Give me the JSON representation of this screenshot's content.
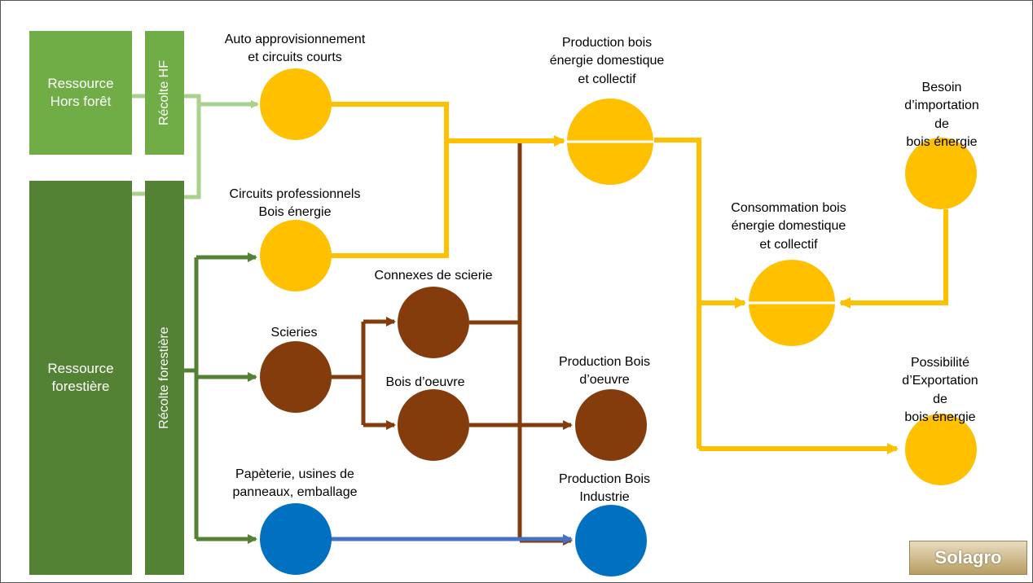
{
  "colors": {
    "light_green": "#70ad47",
    "pale_green": "#a9d18e",
    "dark_green": "#548235",
    "yellow": "#ffc000",
    "brown": "#843c0c",
    "blue": "#0070c0",
    "blue_line": "#4472c4"
  },
  "boxes": {
    "hors_foret": "Ressource\nHors forêt",
    "recolte_hf": "Récolte HF",
    "forestiere": "Ressource\nforestière",
    "recolte_forestiere": "Récolte forestière"
  },
  "labels": {
    "auto": "Auto approvisionnement\net circuits courts",
    "circuits_pro": "Circuits professionnels\nBois énergie",
    "scieries": "Scieries",
    "connexes": "Connexes de scierie",
    "bois_oeuvre": "Bois d’oeuvre",
    "papeterie": "Papèterie, usines de\npanneaux, emballage",
    "prod_energie": "Production bois\nénergie domestique\net collectif",
    "prod_oeuvre": "Production Bois\nd’oeuvre",
    "prod_industrie": "Production Bois\nIndustrie",
    "conso": "Consommation bois\nénergie domestique\net collectif",
    "besoin": "Besoin\nd’importation de\nbois énergie",
    "possibilite": "Possibilité\nd’Exportation de\nbois énergie"
  },
  "logo": {
    "text": "Solagro"
  }
}
